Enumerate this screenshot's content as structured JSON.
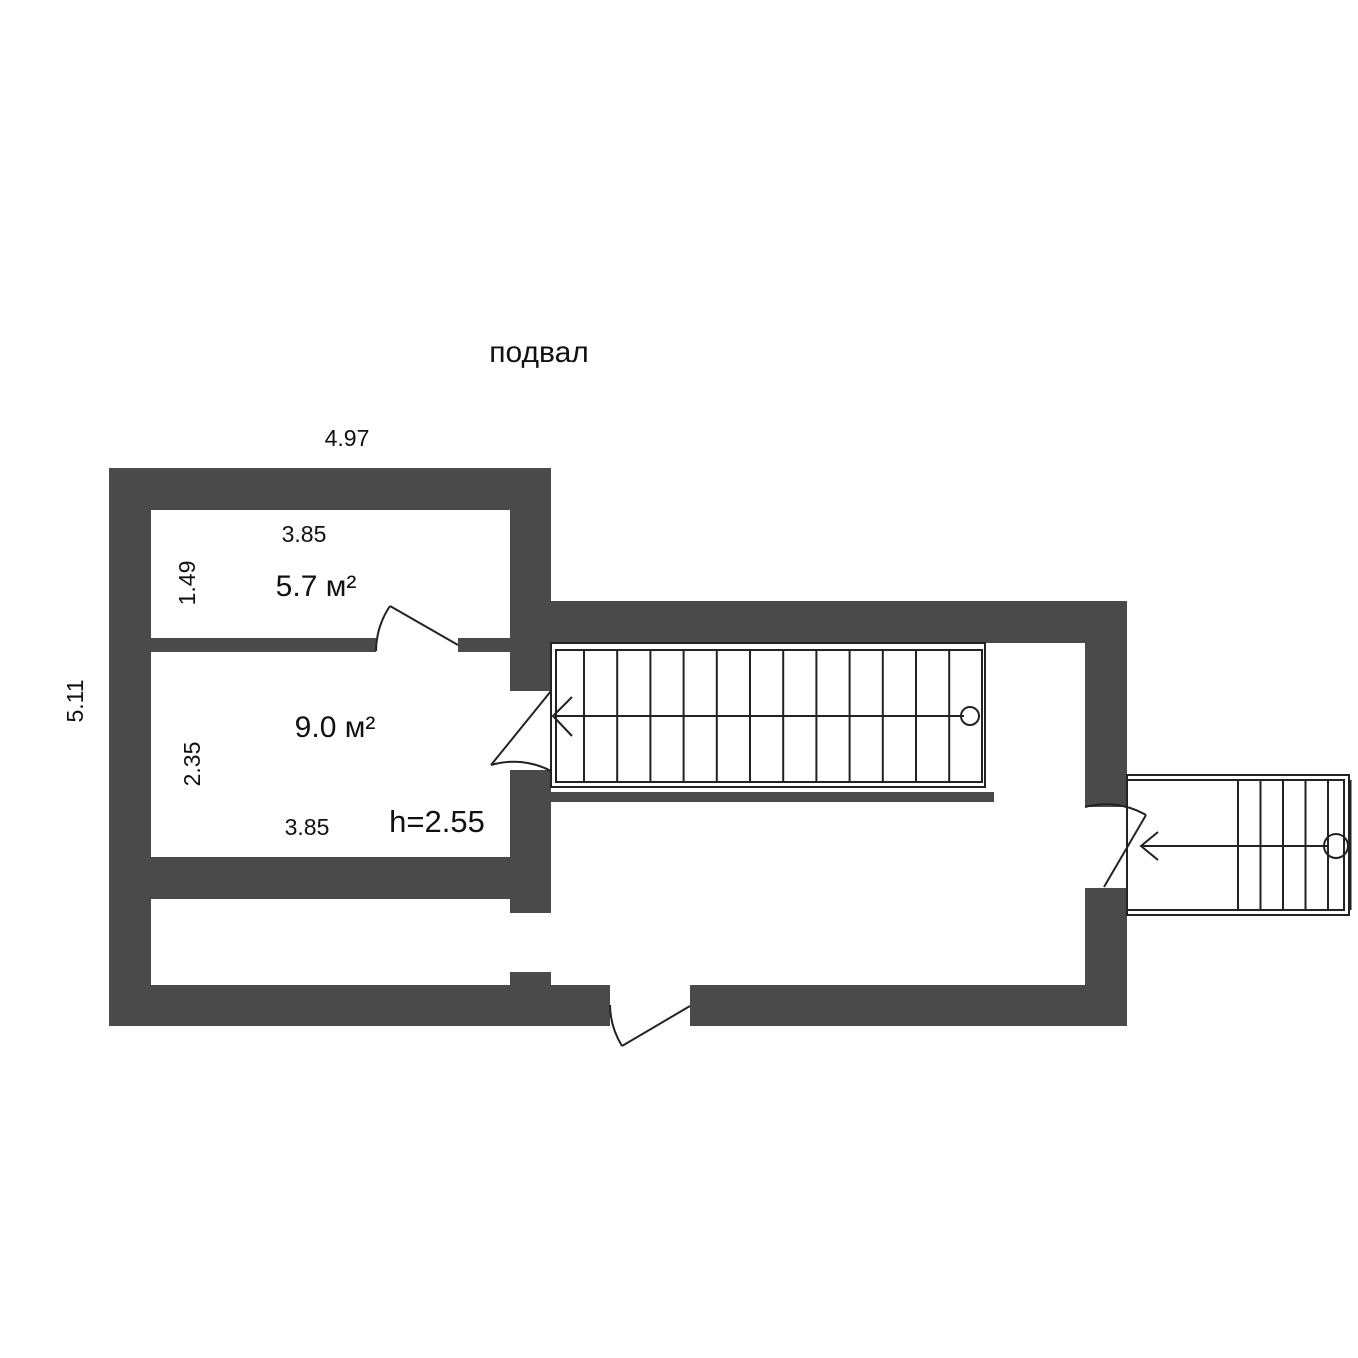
{
  "floor_label": "подвал",
  "dimensions": {
    "overall_width": "4.97",
    "overall_height": "5.11",
    "room1_width": "3.85",
    "room1_depth": "1.49",
    "room2_width": "3.85",
    "room2_depth": "2.35"
  },
  "rooms": {
    "room1_area": "5.7 м²",
    "room2_area": "9.0 м²"
  },
  "ceiling_height": "h=2.55",
  "colors": {
    "wall": "#4a4a4a",
    "line": "#222222",
    "text": "#111111"
  }
}
